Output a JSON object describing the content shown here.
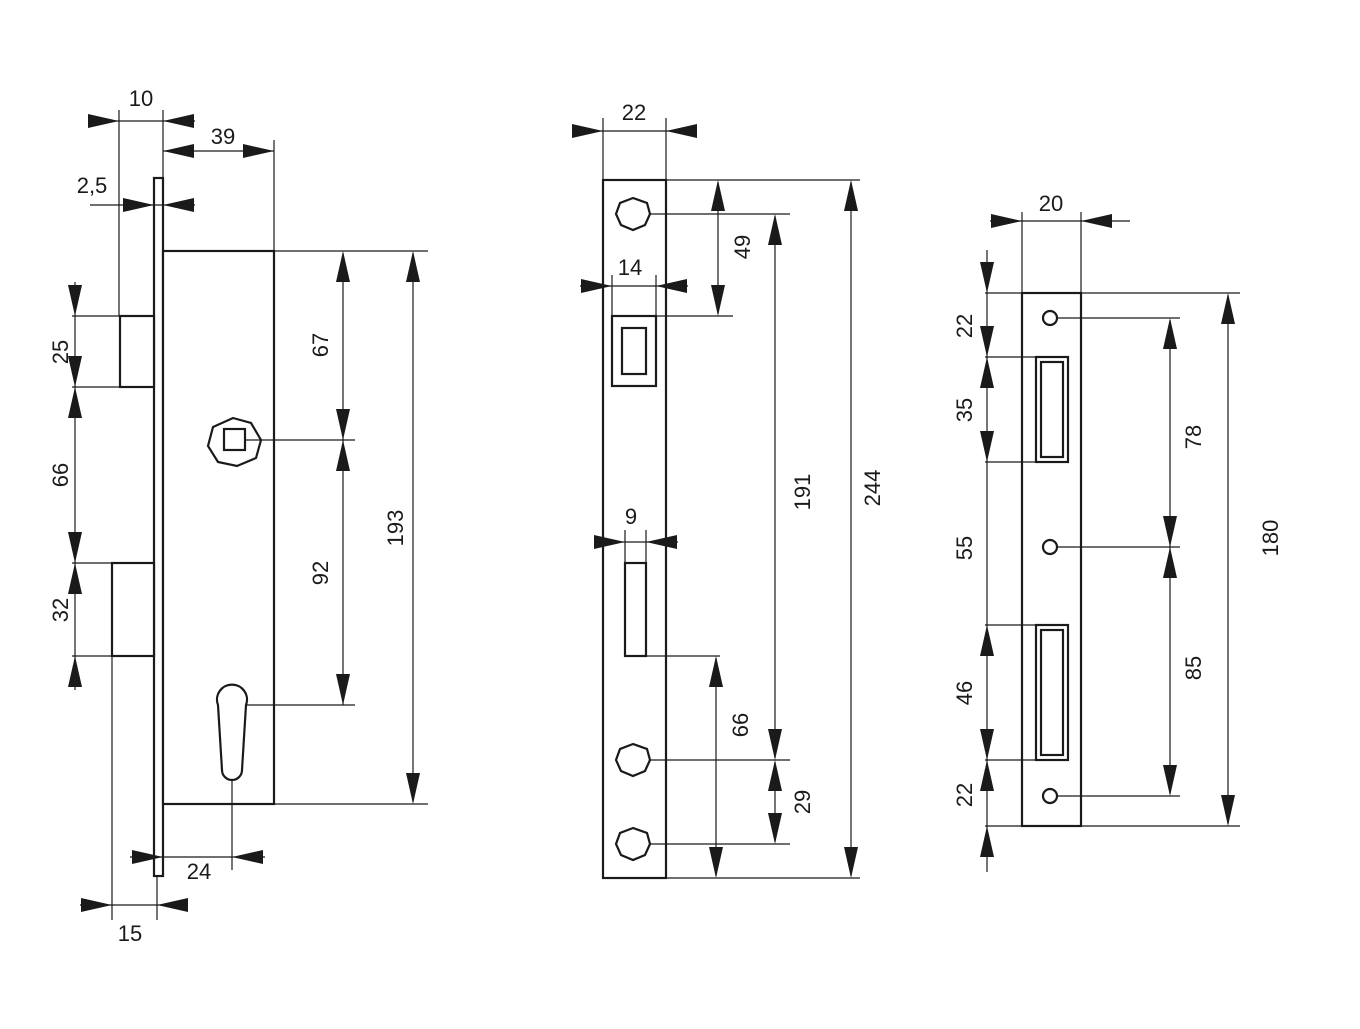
{
  "drawings": {
    "lock_body": {
      "label": "mortise-lock-body",
      "dims": {
        "faceplate_offset": "10",
        "case_depth": "39",
        "faceplate_thickness": "2,5",
        "latch_height": "25",
        "latch_to_bolt": "66",
        "bolt_height": "32",
        "top_to_spindle": "67",
        "spindle_to_cylinder": "92",
        "case_height": "193",
        "backset_cylinder": "24",
        "bolt_throw": "15"
      }
    },
    "faceplate": {
      "label": "lock-faceplate",
      "dims": {
        "width": "22",
        "latch_opening_width": "14",
        "top_to_latch": "49",
        "bolt_opening_width": "9",
        "hole_to_hole": "191",
        "total_height": "244",
        "bolt_to_hole": "66",
        "bottom_holes": "29"
      }
    },
    "strike_plate": {
      "label": "strike-plate",
      "dims": {
        "width": "20",
        "top_margin": "22",
        "upper_opening": "35",
        "gap": "55",
        "lower_opening": "46",
        "bottom_margin": "22",
        "upper_hole_spacing": "78",
        "lower_hole_spacing": "85",
        "total_height": "180"
      }
    }
  }
}
